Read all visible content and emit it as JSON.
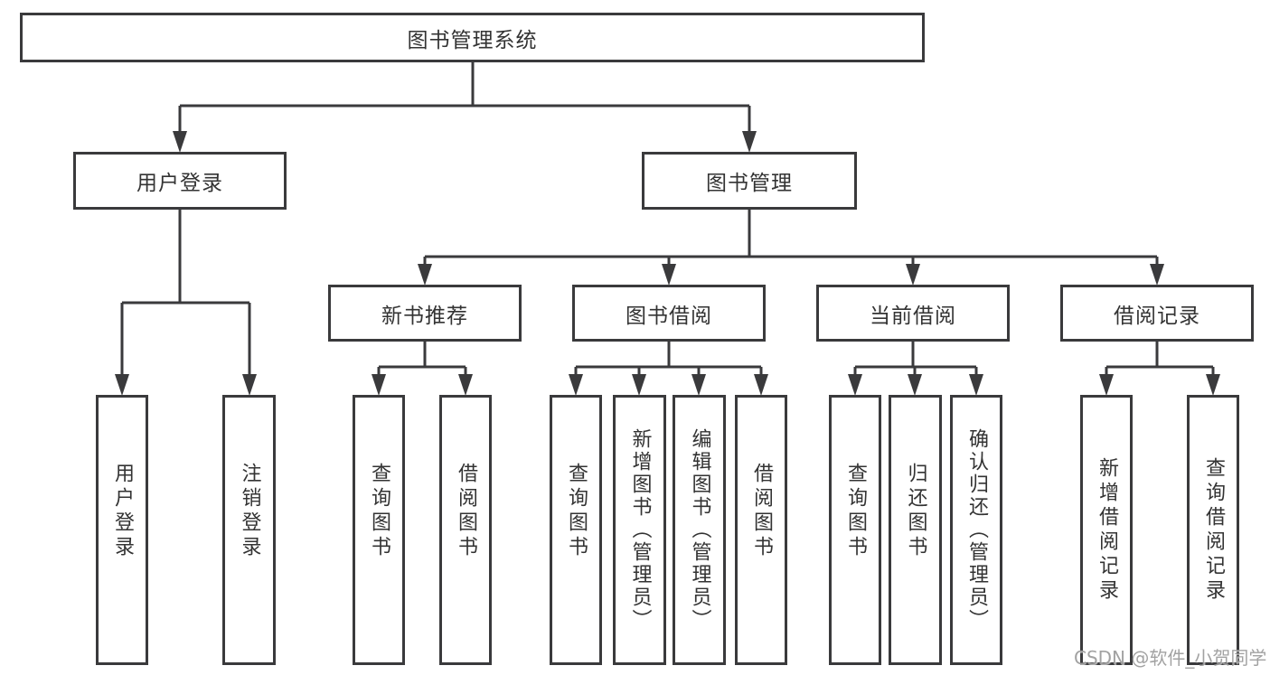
{
  "tree": {
    "label": "图书管理系统",
    "children": [
      {
        "label": "用户登录",
        "children": [
          {
            "label": "用户登录"
          },
          {
            "label": "注销登录"
          }
        ]
      },
      {
        "label": "图书管理",
        "children": [
          {
            "label": "新书推荐",
            "children": [
              {
                "label": "查询图书"
              },
              {
                "label": "借阅图书"
              }
            ]
          },
          {
            "label": "图书借阅",
            "children": [
              {
                "label": "查询图书"
              },
              {
                "label": "新增图书（管理员）"
              },
              {
                "label": "编辑图书（管理员）"
              },
              {
                "label": "借阅图书"
              }
            ]
          },
          {
            "label": "当前借阅",
            "children": [
              {
                "label": "查询图书"
              },
              {
                "label": "归还图书"
              },
              {
                "label": "确认归还（管理员）"
              }
            ]
          },
          {
            "label": "借阅记录",
            "children": [
              {
                "label": "新增借阅记录"
              },
              {
                "label": "查询借阅记录"
              }
            ]
          }
        ]
      }
    ]
  },
  "watermark": {
    "text": "CSDN @软件_小贺同学"
  },
  "colors": {
    "line": "#3a3a3c",
    "box_border": "#3a3a3c",
    "box_fill": "#ffffff",
    "text": "#333333",
    "watermark": "#9a9a9a",
    "background": "#ffffff"
  }
}
